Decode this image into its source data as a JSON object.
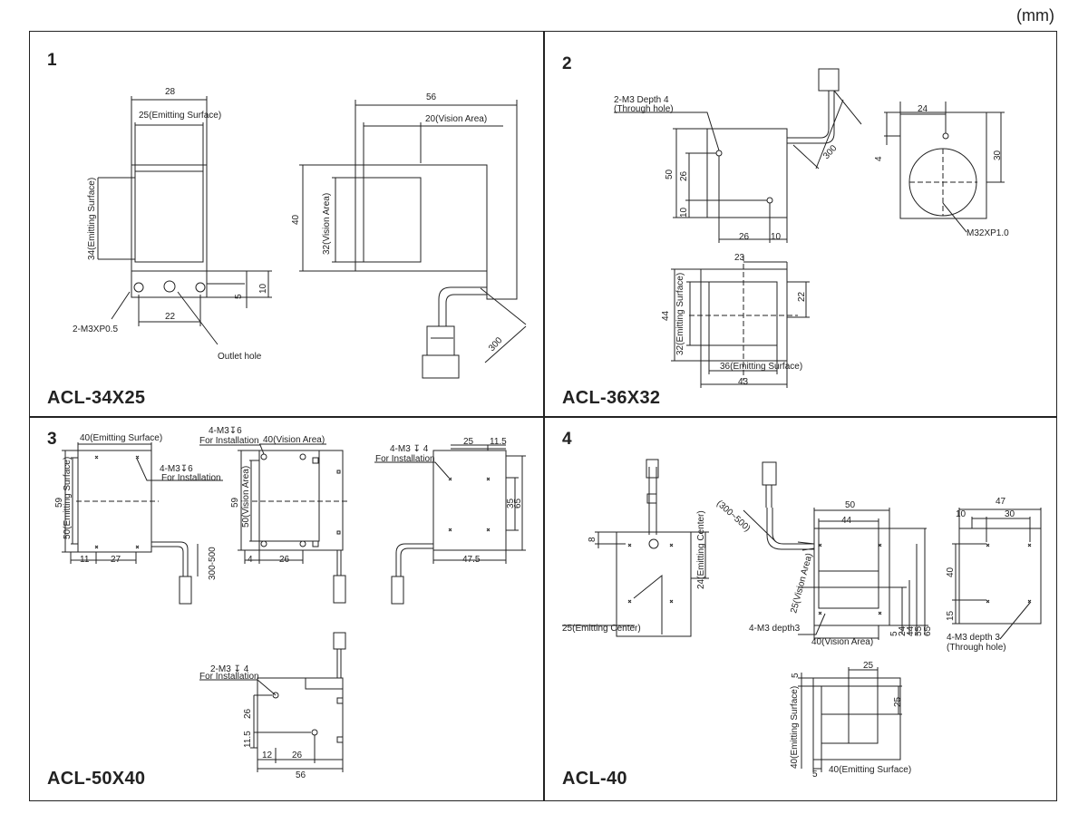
{
  "unit_label": "(mm)",
  "panels": [
    {
      "number": "1",
      "model": "ACL-34X25",
      "dims": {
        "w28": "28",
        "emit25": "25(Emitting Surface)",
        "emit34": "34(Emitting Surface)",
        "hole": "2-M3XP0.5",
        "d22": "22",
        "outlet": "Outlet hole",
        "d5": "5",
        "d10": "10",
        "d56": "56",
        "vis20": "20(Vision Area)",
        "d40": "40",
        "vis32": "32(Vision Area)",
        "cable": "300"
      }
    },
    {
      "number": "2",
      "model": "ACL-36X32",
      "dims": {
        "hole": "2-M3 Depth 4",
        "through": "(Through hole)",
        "d50": "50",
        "d26v": "26",
        "d10v": "10",
        "d26": "26",
        "d10": "10",
        "cable": "300",
        "d24": "24",
        "d4": "4",
        "d30": "30",
        "thread": "M32XP1.0",
        "d23": "23",
        "d22": "22",
        "d44": "44",
        "emit32": "32(Emitting Surface)",
        "emit36": "36(Emitting Surface)",
        "d43": "43"
      }
    },
    {
      "number": "3",
      "model": "ACL-50X40",
      "dims": {
        "emit40": "40(Emitting Surface)",
        "inst1a": "4-M3↧6",
        "inst1b": "For Installation",
        "d59": "59",
        "emit50": "50(Emitting Surface)",
        "d11": "11",
        "d27": "27",
        "cable": "300-500",
        "inst2a": "4-M3↧6",
        "inst2b": "For Installation",
        "vis40": "40(Vision Area)",
        "d59b": "59",
        "vis50": "50(Vision Area)",
        "d4": "4",
        "d26": "26",
        "inst3a": "4-M3 ↧ 4",
        "inst3b": "For Installation",
        "d25": "25",
        "d11_5": "11.5",
        "d35": "35",
        "d65": "65",
        "d47_5": "47.5",
        "inst4a": "2-M3 ↧ 4",
        "inst4b": "For Installation",
        "d26v": "26",
        "d11_5v": "11.5",
        "d12": "12",
        "d26h": "26",
        "d56": "56"
      }
    },
    {
      "number": "4",
      "model": "ACL-40",
      "dims": {
        "d8": "8",
        "emitc24": "24(Emitting Center)",
        "emitc25": "25(Emitting Center)",
        "cable": "(300~500)",
        "d50": "50",
        "d44": "44",
        "vis25": "25(Vision Area)",
        "hole": "4-M3 depth3",
        "vis40": "40(Vision Area)",
        "d5": "5",
        "d24": "24",
        "d44v": "44",
        "d55": "55",
        "d65": "65",
        "d47": "47",
        "d10": "10",
        "d30": "30",
        "d40": "40",
        "d15": "15",
        "hole2a": "4-M3 depth 3",
        "hole2b": "(Through hole)",
        "d5b": "5",
        "d25": "25",
        "d25v": "25",
        "emit40v": "40(Emitting Surface)",
        "d5c": "5",
        "emit40h": "40(Emitting Surface)"
      }
    }
  ]
}
